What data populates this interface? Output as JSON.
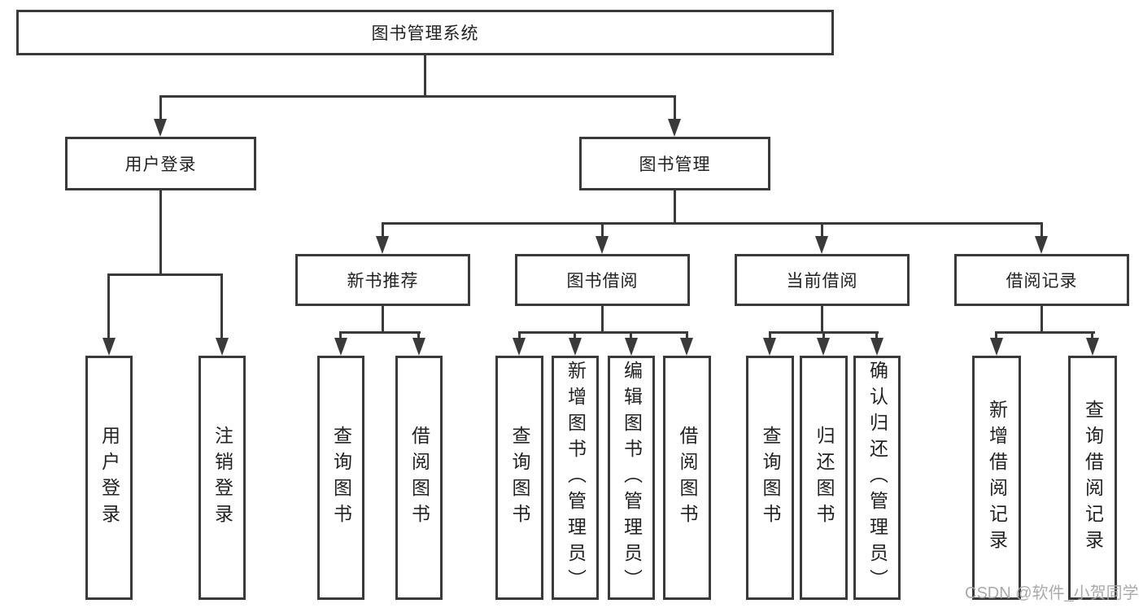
{
  "diagram": {
    "root": {
      "label": "图书管理系统"
    },
    "level2": [
      {
        "label": "用户登录",
        "children": [
          {
            "label": "用户登录"
          },
          {
            "label": "注销登录"
          }
        ]
      },
      {
        "label": "图书管理",
        "children": [
          {
            "label": "新书推荐",
            "children": [
              {
                "label": "查询图书"
              },
              {
                "label": "借阅图书"
              }
            ]
          },
          {
            "label": "图书借阅",
            "children": [
              {
                "label": "查询图书"
              },
              {
                "label": "新增图书（管理员）"
              },
              {
                "label": "编辑图书（管理员）"
              },
              {
                "label": "借阅图书"
              }
            ]
          },
          {
            "label": "当前借阅",
            "children": [
              {
                "label": "查询图书"
              },
              {
                "label": "归还图书"
              },
              {
                "label": "确认归还（管理员）"
              }
            ]
          },
          {
            "label": "借阅记录",
            "children": [
              {
                "label": "新增借阅记录"
              },
              {
                "label": "查询借阅记录"
              }
            ]
          }
        ]
      }
    ]
  },
  "watermark": {
    "text": "CSDN @软件_小贺同学"
  },
  "colors": {
    "line": "#3a3a3a",
    "box_border": "#3a3a3a",
    "text": "#222222",
    "background": "#ffffff",
    "watermark": "#a5a5a5"
  }
}
